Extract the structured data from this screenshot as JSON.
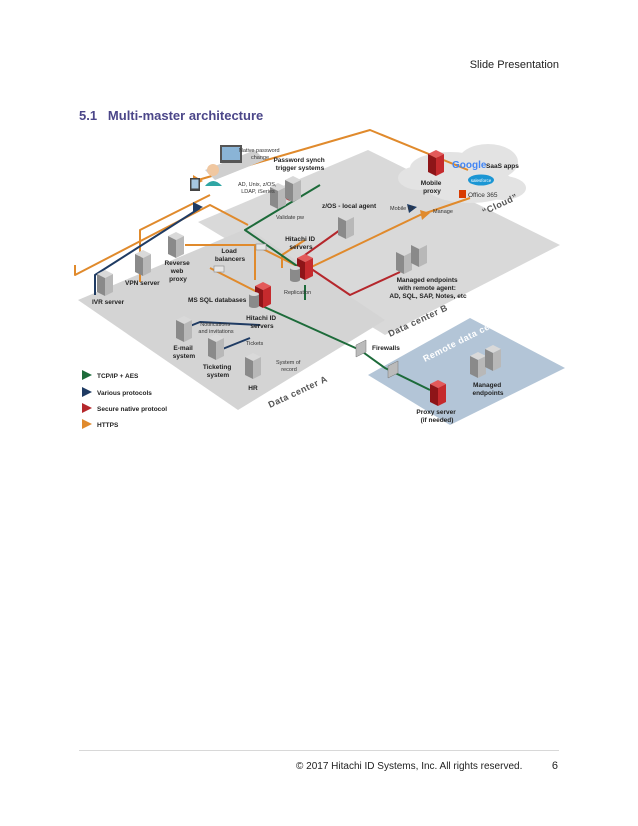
{
  "header": {
    "title": "Slide Presentation"
  },
  "section": {
    "number": "5.1",
    "title": "Multi-master architecture"
  },
  "diagram": {
    "zones": {
      "dc_a": "Data center A",
      "dc_b": "Data center B",
      "remote": "Remote data center",
      "cloud": "“Cloud”"
    },
    "nodes": {
      "ivr": "IVR server",
      "vpn": "VPN server",
      "reverse_proxy": [
        "Reverse",
        "web",
        "proxy"
      ],
      "load_balancers": [
        "Load",
        "balancers"
      ],
      "ms_sql": "MS SQL databases",
      "hitachi_a": [
        "Hitachi ID",
        "servers"
      ],
      "hitachi_b": [
        "Hitachi ID",
        "servers"
      ],
      "email": [
        "E-mail",
        "system"
      ],
      "ticketing": [
        "Ticketing",
        "system"
      ],
      "hr": "HR",
      "password_synch": [
        "Password synch",
        "trigger systems"
      ],
      "zos_agent": "z/OS - local agent",
      "managed_endpoints_agent": [
        "Managed endpoints",
        "with remote agent:",
        "AD, SQL, SAP, Notes, etc"
      ],
      "mobile_proxy": [
        "Mobile",
        "proxy"
      ],
      "saas_apps": "SaaS apps",
      "firewalls": "Firewalls",
      "proxy_server": [
        "Proxy server",
        "(if needed)"
      ],
      "managed_endpoints_remote": [
        "Managed",
        "endpoints"
      ]
    },
    "annotations": {
      "native_pw_change": [
        "Native password",
        "change"
      ],
      "ad_unix": [
        "AD, Unix, z/OS,",
        "LDAP, iSeries"
      ],
      "validate_pw": "Validate pw",
      "mobile_ui": "Mobile UI",
      "manage": "Manage",
      "replication": "Replication",
      "notifications": [
        "Notifications",
        "and invitations"
      ],
      "tickets": "Tickets",
      "system_of_record": [
        "System of",
        "record"
      ]
    },
    "brands": {
      "google": "Google",
      "salesforce": "salesforce",
      "office365": "Office 365"
    },
    "legend": [
      {
        "label": "TCP/IP + AES",
        "color": "#1d6b3a"
      },
      {
        "label": "Various protocols",
        "color": "#1f3b63"
      },
      {
        "label": "Secure native protocol",
        "color": "#b5272c"
      },
      {
        "label": "HTTPS",
        "color": "#e08a2c"
      }
    ]
  },
  "footer": {
    "copyright": "© 2017 Hitachi ID Systems, Inc. All rights reserved.",
    "page": "6"
  }
}
